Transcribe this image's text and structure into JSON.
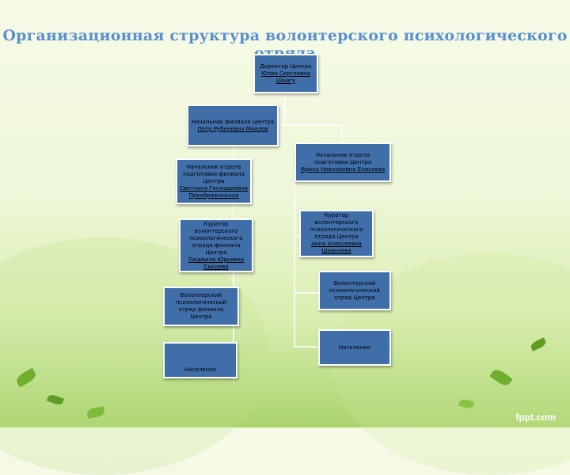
{
  "title": "Организационная структура волонтерского психологического отряда",
  "nodes": {
    "director": {
      "role": "Директор Центра",
      "name": "Юлия Сергеевна Шойгу"
    },
    "branch_head": {
      "role": "Начальник филиала Центра",
      "name": "Петр Рубенович Маилов"
    },
    "branch_training_head": {
      "role": "Начальник отдела подготовки филиала Центра",
      "name": "Светлана Геннадиевна Преображенская"
    },
    "center_training_head": {
      "role": "Начальник отдела подготовки Центра",
      "name": "Ирина Николаевна Елисеева"
    },
    "branch_curator": {
      "role": "Куратор волонтерского психологического отряда филиала Центра",
      "name": "Людмила Юрьевна Сысоева"
    },
    "center_curator": {
      "role": "Куратор волонтерского психологического отряда Центра",
      "name": "Анна Алексеевна Шевелева"
    },
    "branch_unit": {
      "role": "Волонтерский психологический отряд филиала Центра"
    },
    "center_unit": {
      "role": "Волонтерский психологический отряд Центра"
    },
    "branch_population": {
      "role": "Население"
    },
    "center_population": {
      "role": "Население"
    }
  },
  "colors": {
    "box_fill": "#3f6ea8",
    "box_border": "#ffffff",
    "connector": "#ffffff",
    "title": "#5a8fd0"
  },
  "watermark": "fppt.com"
}
